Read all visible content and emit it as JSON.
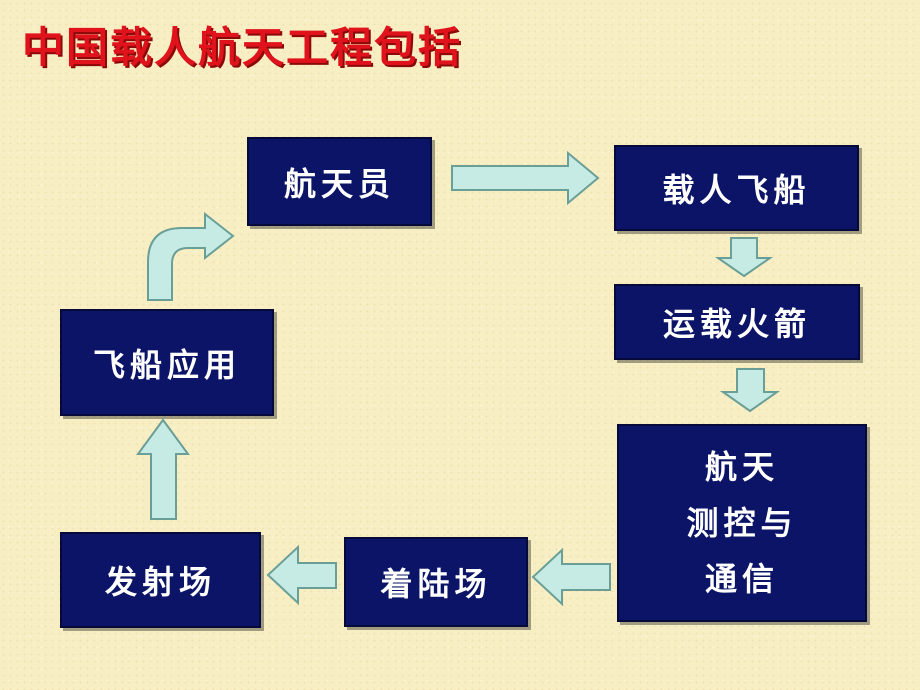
{
  "title": "中国载人航天工程包括",
  "nodes": {
    "astronaut": "航天员",
    "spaceship": "载人飞船",
    "rocket": "运载火箭",
    "tracking_line1": "航天",
    "tracking_line2": "测控与",
    "tracking_line3": "通信",
    "landing_site": "着陆场",
    "launch_site": "发射场",
    "application": "飞船应用"
  },
  "colors": {
    "title": "#e0121b",
    "box": "#0b1467",
    "arrow_fill": "#c6ebe4",
    "background": "#f8eec4"
  }
}
